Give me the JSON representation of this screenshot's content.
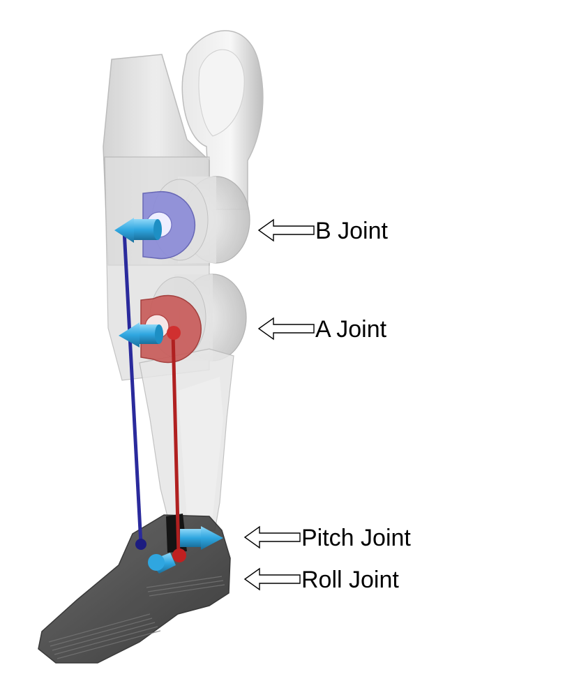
{
  "labels": {
    "b_joint": "B Joint",
    "a_joint": "A Joint",
    "pitch_joint": "Pitch Joint",
    "roll_joint": "Roll Joint"
  },
  "colors": {
    "b_joint": "#4a4ab8",
    "a_joint": "#c0302e",
    "axis_arrow": "#3ab0e8",
    "shell": "#d8d8d8",
    "foot": "#3a3a3a"
  }
}
